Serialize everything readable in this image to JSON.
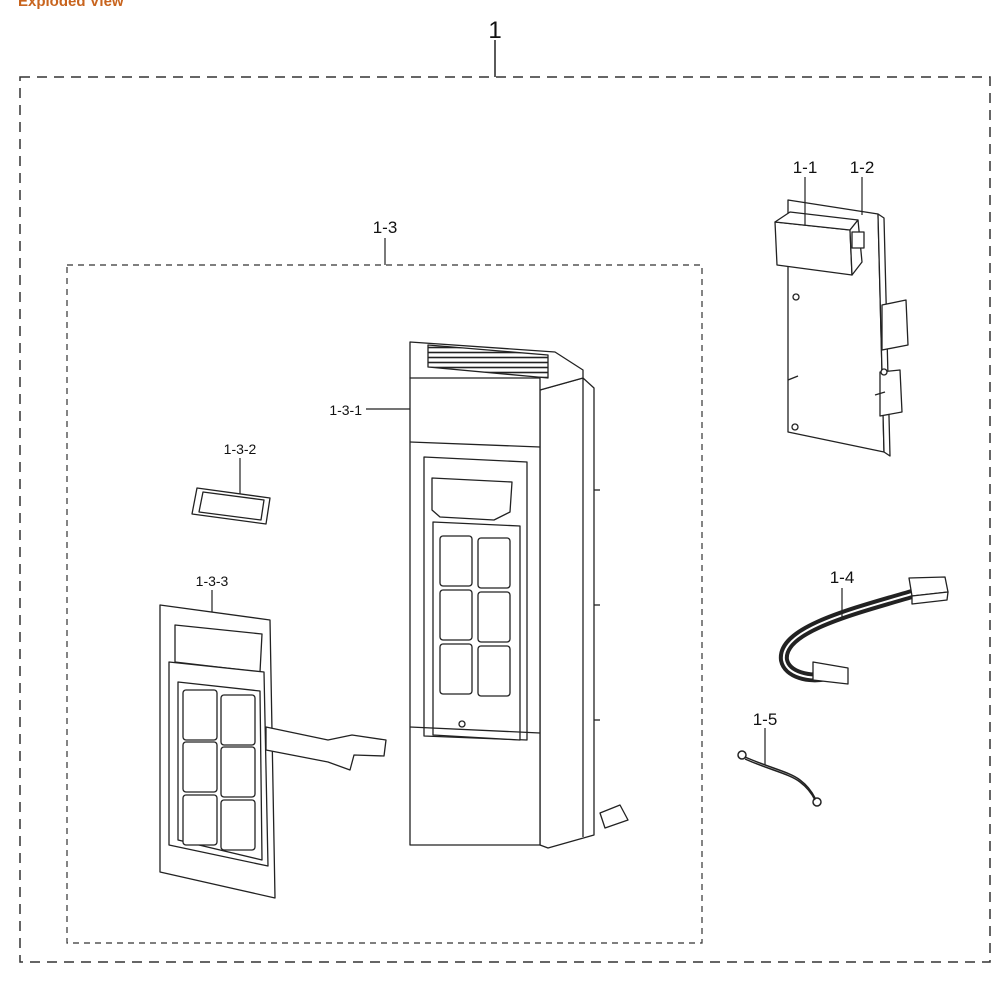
{
  "page_title": "Exploded View",
  "labels": {
    "assembly": "1",
    "part_1_1": "1-1",
    "part_1_2": "1-2",
    "part_1_3": "1-3",
    "part_1_3_1": "1-3-1",
    "part_1_3_2": "1-3-2",
    "part_1_3_3": "1-3-3",
    "part_1_4": "1-4",
    "part_1_5": "1-5"
  },
  "colors": {
    "title": "#c8641e",
    "line": "#222222",
    "dash": "#333333"
  }
}
